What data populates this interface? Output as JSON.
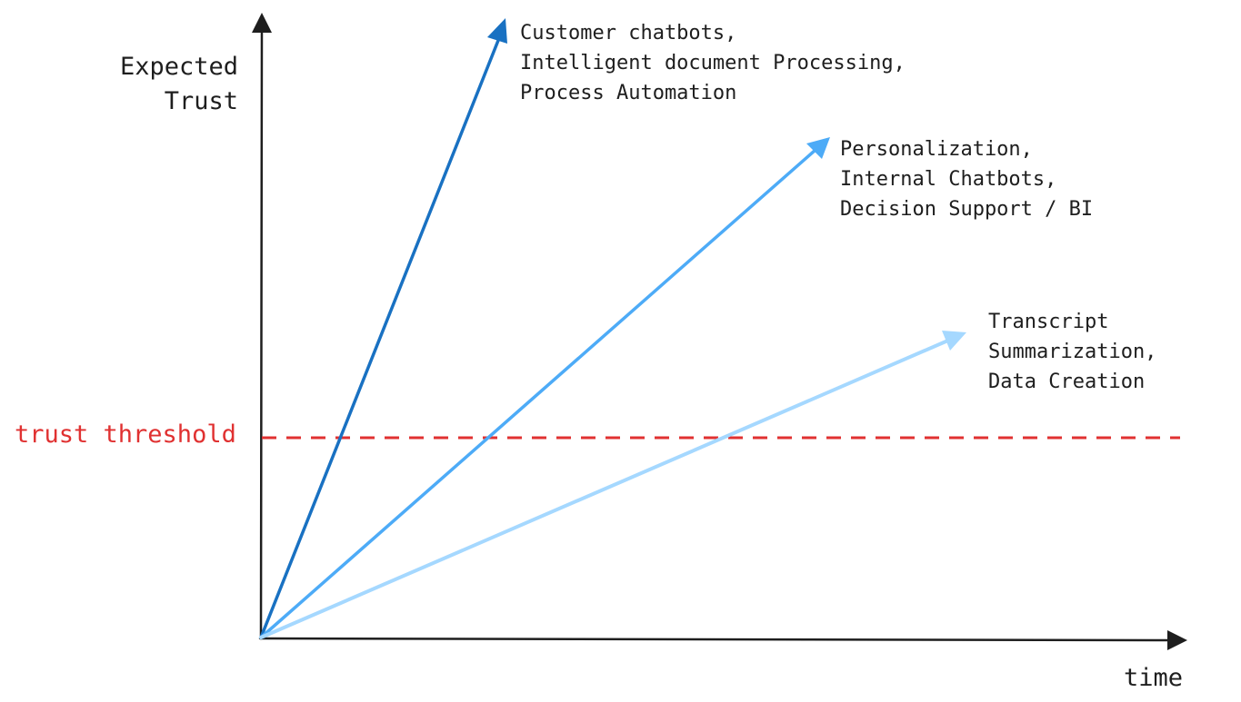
{
  "axes": {
    "y_label_lines": [
      "Expected",
      "Trust"
    ],
    "x_label": "time"
  },
  "threshold": {
    "label": "trust threshold",
    "color": "#e03131"
  },
  "trajectories": [
    {
      "lines": [
        "Customer chatbots,",
        "Intelligent document Processing,",
        "Process Automation"
      ],
      "color": "#1971c2"
    },
    {
      "lines": [
        "Personalization,",
        "Internal Chatbots,",
        "Decision Support / BI"
      ],
      "color": "#4dabf7"
    },
    {
      "lines": [
        "Transcript",
        "Summarization,",
        "Data Creation"
      ],
      "color": "#a5d8ff"
    }
  ]
}
